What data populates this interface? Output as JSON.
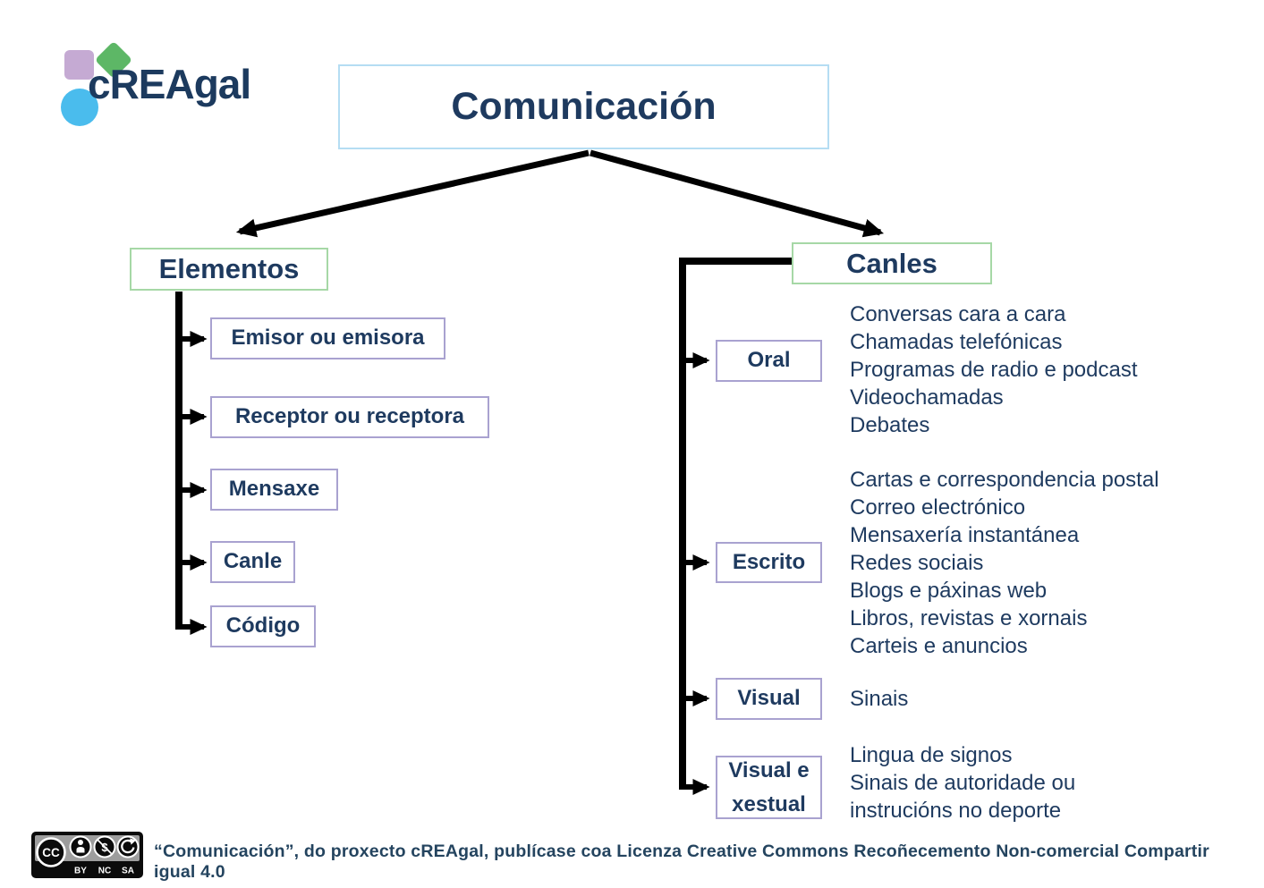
{
  "logo": {
    "text": "cREAgal"
  },
  "header": {
    "title": "Comunicación"
  },
  "elementos": {
    "label": "Elementos",
    "items": [
      "Emisor ou emisora",
      "Receptor ou receptora",
      "Mensaxe",
      "Canle",
      "Código"
    ]
  },
  "canles": {
    "label": "Canles",
    "categories": [
      {
        "label": "Oral",
        "examples": [
          "Conversas cara a cara",
          "Chamadas telefónicas",
          "Programas de radio e podcast",
          "Videochamadas",
          "Debates"
        ]
      },
      {
        "label": "Escrito",
        "examples": [
          "Cartas e correspondencia postal",
          "Correo electrónico",
          "Mensaxería instantánea",
          "Redes sociais",
          "Blogs e páxinas web",
          "Libros, revistas e xornais",
          "Carteis e anuncios"
        ]
      },
      {
        "label": "Visual",
        "examples": [
          "Sinais"
        ]
      },
      {
        "label": "Visual e xestual",
        "examples": [
          "Lingua de signos",
          "Sinais de autoridade ou instrucións no deporte"
        ]
      }
    ]
  },
  "footer": {
    "license": "“Comunicación”, do proxecto cREAgal, publícase coa Licenza Creative Commons Recoñecemento Non-comercial Compartir igual 4.0",
    "cc_logo": "CC",
    "cc_badges": [
      "BY",
      "NC",
      "SA"
    ]
  },
  "colors": {
    "text_navy": "#1e3a5f",
    "title_box_border": "#b5ddf3",
    "branch_box_border": "#a6d8a6",
    "item_box_border": "#a9a2d0",
    "connector": "#000000",
    "logo_purple": "#c5aad3",
    "logo_green": "#5db766",
    "logo_blue": "#4abced"
  }
}
